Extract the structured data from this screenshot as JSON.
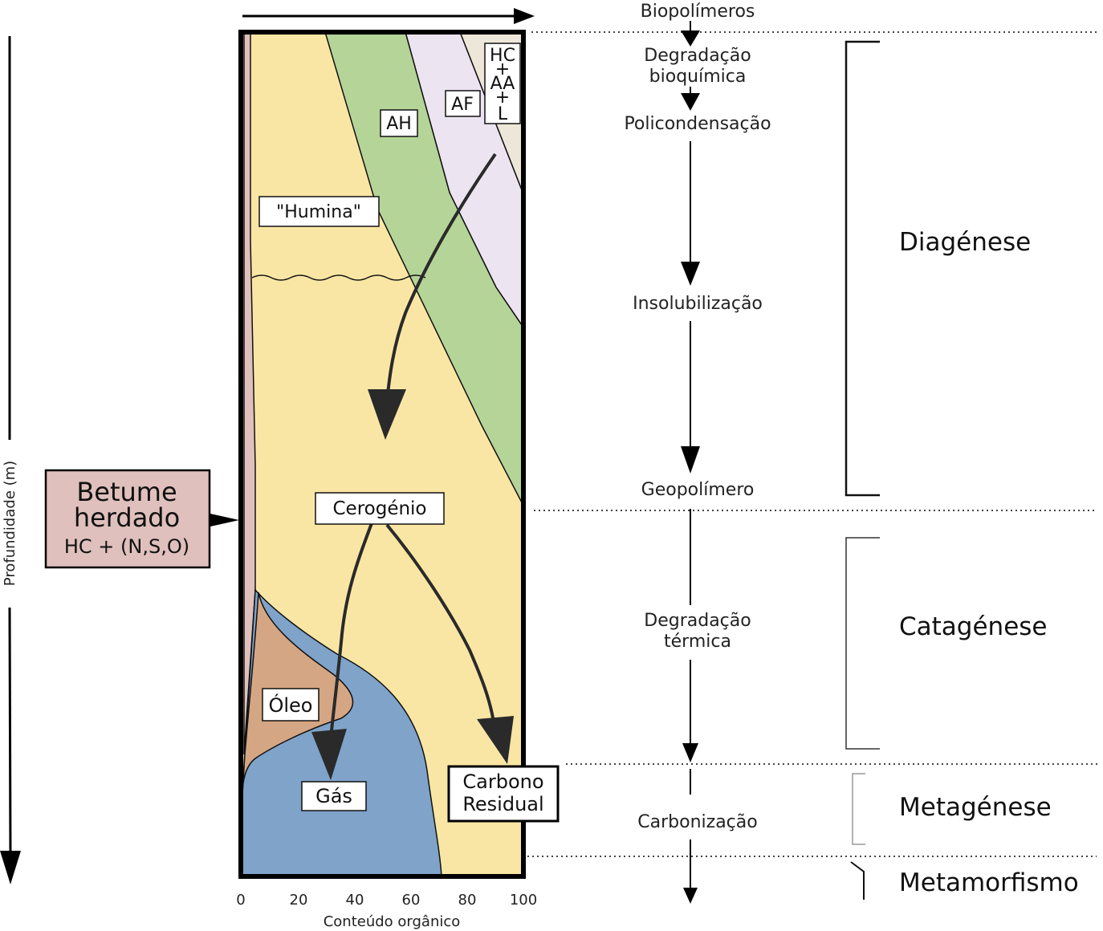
{
  "axis": {
    "x_label": "Conteúdo orgânico",
    "x_ticks": [
      "0",
      "20",
      "40",
      "60",
      "80",
      "100"
    ],
    "y_label": "Profundidade (m)"
  },
  "zones": {
    "hc_box": [
      "HC",
      "+",
      "AA",
      "+",
      "L"
    ],
    "af": "AF",
    "ah": "AH",
    "humina": "\"Humina\"",
    "cerogenio": "Cerogénio",
    "oleo": "Óleo",
    "gas": "Gás",
    "carbono": [
      "Carbono",
      "Residual"
    ]
  },
  "betume": {
    "line1": "Betume",
    "line2": "herdado",
    "line3": "HC + (N,S,O)"
  },
  "process": {
    "biopolimeros": "Biopolímeros",
    "degradacao_bioquimica": [
      "Degradação",
      "bioquímica"
    ],
    "policondensacao": "Policondensação",
    "insolubilizacao": "Insolubilização",
    "geopolimero": "Geopolímero",
    "degradacao_termica": [
      "Degradação",
      "térmica"
    ],
    "carbonizacao": "Carbonização"
  },
  "stages": {
    "diagenese": "Diagénese",
    "catagenese": "Catagénese",
    "metagenese": "Metagénese",
    "metamorfismo": "Metamorfismo"
  },
  "colors": {
    "humina_yellow": "#fae6a4",
    "ah_green": "#b5d498",
    "af_lilac": "#ece4f1",
    "hc_beige": "#ede7d9",
    "oil_brown": "#d5a683",
    "gas_blue": "#7fa3c9",
    "bitumen_pink": "#dfc0bc"
  }
}
